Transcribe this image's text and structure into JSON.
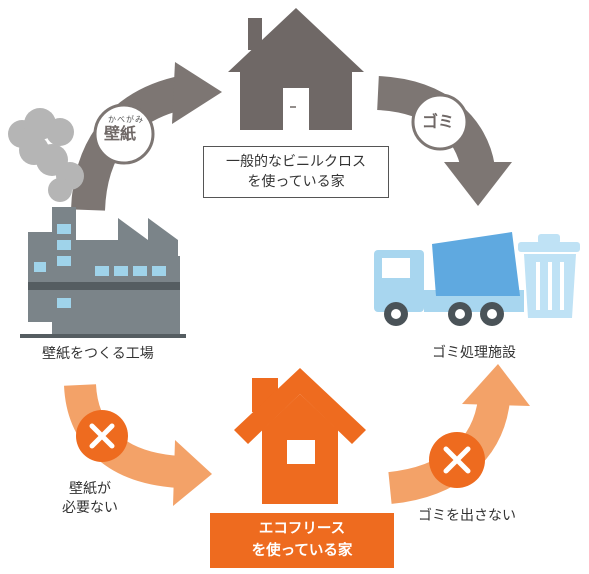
{
  "colors": {
    "gray_arrow": "#7d7673",
    "house_gray": "#6f6866",
    "orange": "#ee6b1f",
    "light_orange": "#f3a268",
    "factory_dark": "#555d61",
    "factory_light": "#7b8489",
    "factory_blue": "#9fd3ea",
    "smoke": "#b5b5b5",
    "truck_light_blue": "#a8d6ef",
    "truck_tank_blue": "#5fa9e0",
    "bin_blue": "#bfe2f5",
    "wheel": "#4a5358"
  },
  "icons": {
    "factory": "factory-icon",
    "smoke": "smoke-icon",
    "gray_house": "house-icon",
    "orange_house": "house-icon",
    "truck": "garbage-truck-icon",
    "bin": "trash-bin-icon",
    "cross": "x-mark-icon"
  },
  "badges": {
    "wallpaper": {
      "ruby": "かべがみ",
      "text": "壁紙"
    },
    "garbage": {
      "text": "ゴミ"
    }
  },
  "labels": {
    "ordinary_house": {
      "line1": "一般的なビニルクロス",
      "line2": "を使っている家"
    },
    "factory": "壁紙をつくる工場",
    "waste_facility": "ゴミ処理施設",
    "no_wallpaper": {
      "line1": "壁紙が",
      "line2": "必要ない"
    },
    "no_garbage": "ゴミを出さない",
    "eco_house": {
      "line1": "エコフリース",
      "line2": "を使っている家"
    }
  }
}
